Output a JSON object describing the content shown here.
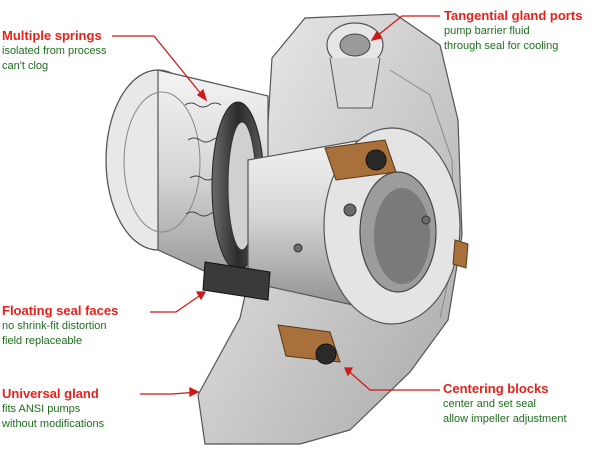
{
  "colors": {
    "callout_title": "#e8201a",
    "callout_text": "#1f6e1f",
    "leader_line": "#d01818",
    "metal_light": "#dcdcdc",
    "metal_dark": "#3a3a3a",
    "bronze_block": "#a8703a"
  },
  "callouts": {
    "multiple_springs": {
      "title": "Multiple springs",
      "lines": [
        "isolated from process",
        "can't clog"
      ]
    },
    "tangential_gland_ports": {
      "title": "Tangential gland ports",
      "lines": [
        "pump barrier fluid",
        "through seal for cooling"
      ]
    },
    "floating_seal_faces": {
      "title": "Floating seal faces",
      "lines": [
        "no shrink-fit distortion",
        "field replaceable"
      ]
    },
    "universal_gland": {
      "title": "Universal gland",
      "lines": [
        "fits ANSI pumps",
        "without modifications"
      ]
    },
    "centering_blocks": {
      "title": "Centering blocks",
      "lines": [
        "center and set seal",
        "allow impeller adjustment"
      ]
    }
  }
}
